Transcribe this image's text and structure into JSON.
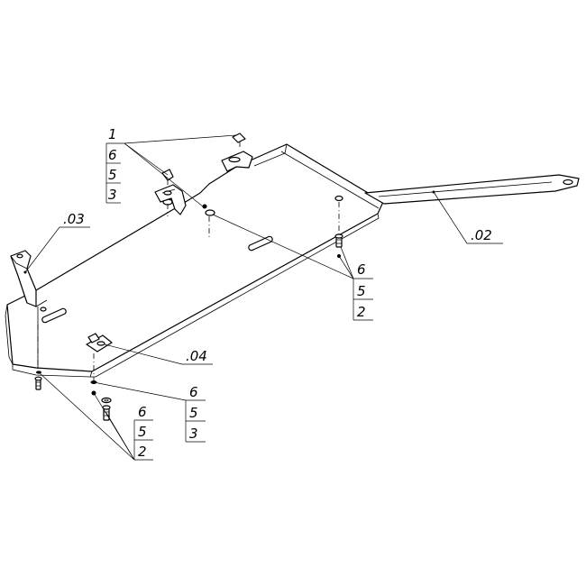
{
  "callouts": {
    "c1": {
      "line1": "1",
      "line2": "6",
      "line3": "5",
      "line4": "3"
    },
    "c02": {
      "label": ".02"
    },
    "c03": {
      "label": ".03"
    },
    "c04": {
      "label": ".04"
    },
    "c652_right": {
      "line1": "6",
      "line2": "5",
      "line3": "2"
    },
    "c653_bottom": {
      "line1": "6",
      "line2": "5",
      "line3": "3"
    },
    "c652_bottom": {
      "line1": "6",
      "line2": "5",
      "line3": "2"
    }
  },
  "colors": {
    "ink": "#000000",
    "paper": "#ffffff"
  }
}
